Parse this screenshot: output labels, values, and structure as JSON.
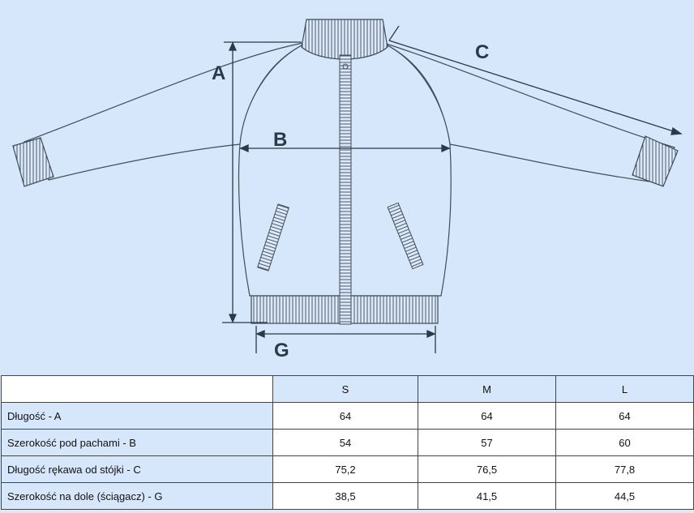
{
  "diagram": {
    "labels": {
      "a": "A",
      "b": "B",
      "c": "C",
      "g": "G"
    }
  },
  "table": {
    "columns": [
      "",
      "S",
      "M",
      "L"
    ],
    "rows": [
      {
        "label": "Długość - A",
        "values": [
          "64",
          "64",
          "64"
        ]
      },
      {
        "label": "Szerokość pod pachami - B",
        "values": [
          "54",
          "57",
          "60"
        ]
      },
      {
        "label": "Długość rękawa od stójki - C",
        "values": [
          "75,2",
          "76,5",
          "77,8"
        ]
      },
      {
        "label": "Szerokość na dole (ściągacz) - G",
        "values": [
          "38,5",
          "41,5",
          "44,5"
        ]
      }
    ]
  }
}
